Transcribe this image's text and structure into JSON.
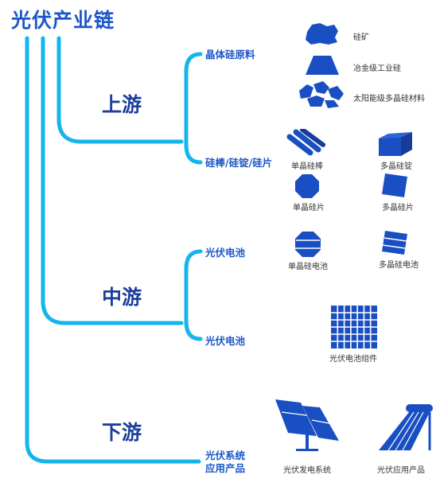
{
  "title": "光伏产业链",
  "colors": {
    "line": "#16b4ee",
    "title": "#1b57c9",
    "stage": "#1b3f9c",
    "icon": "#1a4fc4",
    "icon_dark": "#163c9c"
  },
  "stages": {
    "upstream": {
      "label": "上游",
      "categories": [
        {
          "label": "晶体硅原料",
          "items": [
            "硅矿",
            "冶金级工业硅",
            "太阳能级多晶硅材料"
          ]
        },
        {
          "label": "硅棒/硅锭/硅片",
          "items": [
            "单晶硅棒",
            "多晶硅锭",
            "单晶硅片",
            "多晶硅片"
          ]
        }
      ]
    },
    "midstream": {
      "label": "中游",
      "categories": [
        {
          "label": "光伏电池",
          "items": [
            "单晶硅电池",
            "多晶硅电池"
          ]
        },
        {
          "label": "光伏电池",
          "items": [
            "光伏电池组件"
          ]
        }
      ]
    },
    "downstream": {
      "label": "下游",
      "categories": [
        {
          "label": "光伏系统应用产品",
          "line1": "光伏系统",
          "line2": "应用产品",
          "items": [
            "光伏发电系统",
            "光伏应用产品"
          ]
        }
      ]
    }
  },
  "icons": {
    "silicon_ore": "ore-rock-icon",
    "metallurgical_silicon": "silicon-block-icon",
    "polysilicon_material": "polysilicon-chunks-icon",
    "mono_rod": "silicon-rod-icon",
    "poly_ingot": "silicon-ingot-icon",
    "mono_wafer": "mono-wafer-icon",
    "poly_wafer": "poly-wafer-icon",
    "mono_cell": "mono-cell-icon",
    "poly_cell": "poly-cell-icon",
    "module": "pv-module-icon",
    "pv_system": "solar-panel-array-icon",
    "pv_product": "solar-water-heater-icon"
  }
}
